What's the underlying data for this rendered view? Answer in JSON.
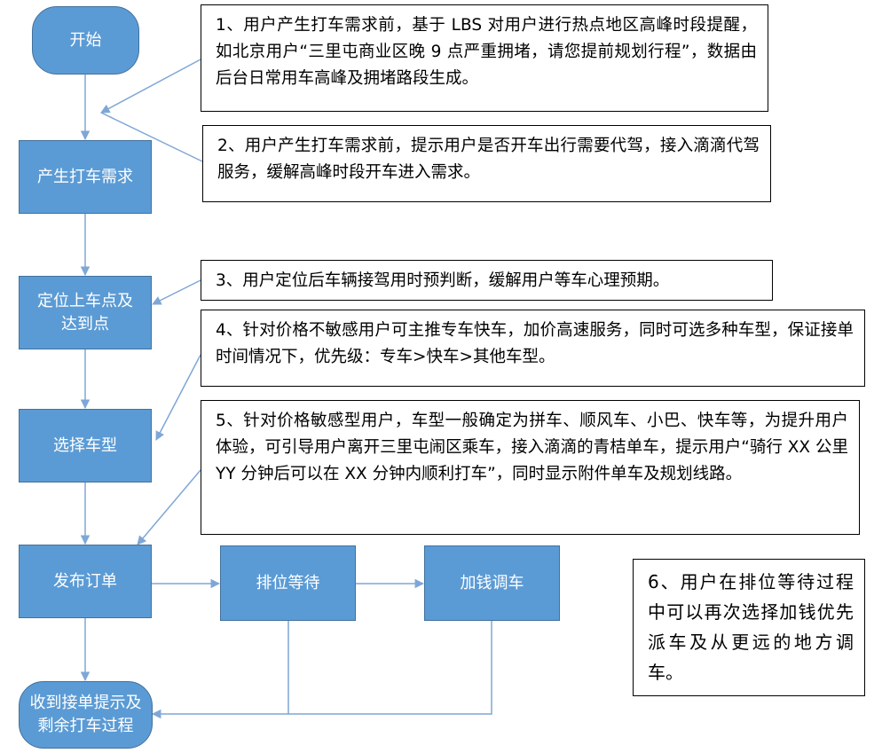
{
  "nodes": {
    "start": "开始",
    "demand": "产生打车需求",
    "locate": "定位上车点及达到点",
    "choose": "选择车型",
    "order": "发布订单",
    "queue": "排位等待",
    "surcharge": "加钱调车",
    "received": "收到接单提示及剩余打车过程"
  },
  "notes": {
    "n1": "1、用户产生打车需求前，基于 LBS 对用户进行热点地区高峰时段提醒，如北京用户“三里屯商业区晚 9 点严重拥堵，请您提前规划行程”，数据由后台日常用车高峰及拥堵路段生成。",
    "n2": "2、用户产生打车需求前，提示用户是否开车出行需要代驾，接入滴滴代驾服务，缓解高峰时段开车进入需求。",
    "n3": "3、用户定位后车辆接驾用时预判断，缓解用户等车心理预期。",
    "n4": "4、针对价格不敏感用户可主推专车快车，加价高速服务，同时可选多种车型，保证接单时间情况下，优先级：专车>快车>其他车型。",
    "n5": "5、针对价格敏感型用户，车型一般确定为拼车、顺风车、小巴、快车等，为提升用户体验，可引导用户离开三里屯闹区乘车，接入滴滴的青桔单车，提示用户“骑行 XX 公里 YY 分钟后可以在 XX 分钟内顺利打车”，同时显示附件单车及规划线路。",
    "n6": "6、用户在排位等待过程中可以再次选择加钱优先派车及从更远的地方调车。"
  },
  "colors": {
    "node_fill": "#5b9bd5",
    "node_border": "#41719c",
    "connector": "#7fa7d6"
  }
}
